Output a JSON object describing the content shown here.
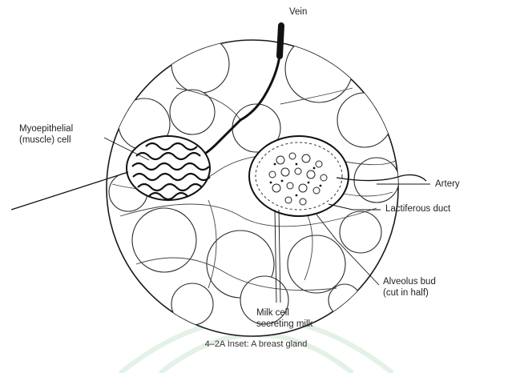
{
  "figure": {
    "labels": {
      "vein": "Vein",
      "myoepithelial_line1": "Myoepithelial",
      "myoepithelial_line2": "(muscle) cell",
      "artery": "Artery",
      "lactiferous_duct": "Lactiferous duct",
      "alveolus_line1": "Alveolus bud",
      "alveolus_line2": "(cut in half)",
      "milk_cell_line1": "Milk cell",
      "milk_cell_line2": "secreting milk"
    },
    "caption": "4–2A   Inset: A breast gland"
  },
  "colors": {
    "ink": "#1a1a1a",
    "watermark": "#e3f1e7",
    "background": "#ffffff"
  }
}
